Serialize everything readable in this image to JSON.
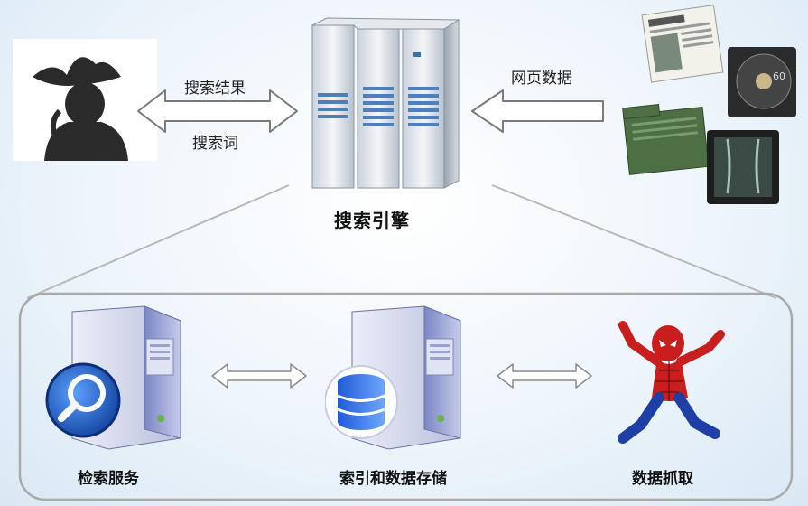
{
  "top": {
    "left_label_top": "搜索结果",
    "left_label_bottom": "搜索词",
    "right_label": "网页数据",
    "center_title": "搜索引擎"
  },
  "bottom": {
    "left_label": "检索服务",
    "middle_label": "索引和数据存储",
    "right_label": "数据抓取"
  },
  "colors": {
    "arrow_fill": "#ffffff",
    "arrow_stroke": "#7a7a7a",
    "frame": "#a9a9a9",
    "spider_red": "#c81e1e"
  }
}
